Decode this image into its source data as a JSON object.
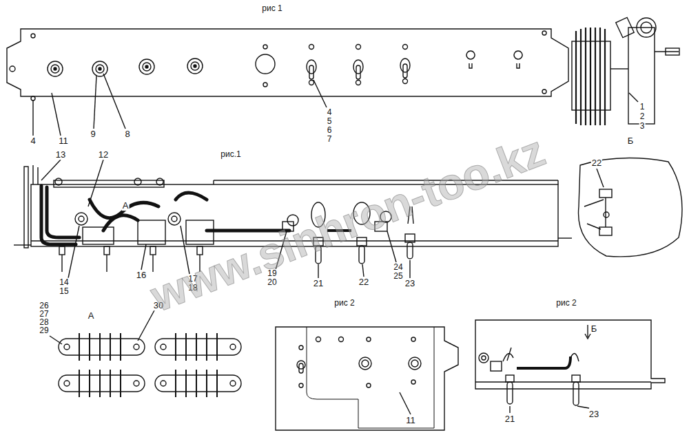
{
  "diagram": {
    "labels": [
      "рис 1",
      "4",
      "11",
      "9",
      "8",
      "4",
      "5",
      "6",
      "7",
      "1",
      "2",
      "3",
      "Б",
      "рис.1",
      "13",
      "12",
      "А",
      "14",
      "15",
      "16",
      "17",
      "18",
      "19",
      "20",
      "21",
      "22",
      "23",
      "24",
      "25",
      "22",
      "рис 2",
      "рис 2",
      "Б",
      "А",
      "26",
      "27",
      "28",
      "29",
      "30",
      "11",
      "21",
      "23",
      "www.sinhron-too.kz"
    ]
  }
}
